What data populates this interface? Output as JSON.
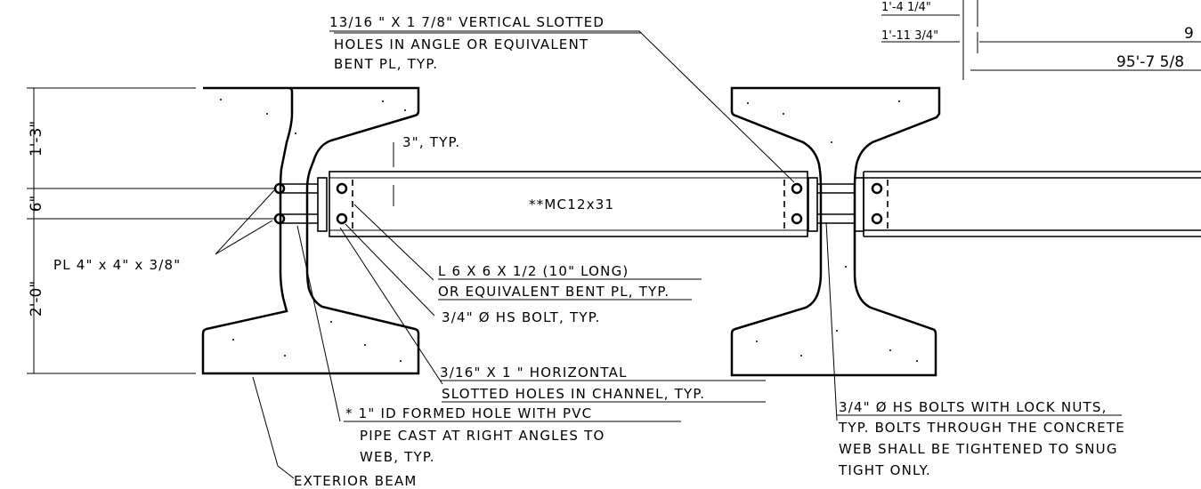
{
  "notes": {
    "slotted_angle": [
      "13/16 \" X 1 7/8\" VERTICAL SLOTTED",
      "HOLES IN ANGLE OR EQUIVALENT",
      "BENT PL, TYP."
    ],
    "typ_3in": "3\", TYP.",
    "channel": "**MC12x31",
    "plate": "PL 4\" x 4\" x 3/8\"",
    "angle": [
      "L 6 X 6 X 1/2 (10\" LONG)",
      "OR EQUIVALENT BENT PL, TYP."
    ],
    "bolt": "3/4\" Ø HS BOLT, TYP.",
    "horiz_slot": [
      "3/16\" X 1 \" HORIZONTAL",
      "SLOTTED HOLES IN CHANNEL, TYP."
    ],
    "pvc": [
      "* 1\" ID FORMED HOLE WITH PVC",
      "PIPE CAST AT RIGHT ANGLES TO",
      "WEB, TYP."
    ],
    "exterior_beam": "EXTERIOR BEAM",
    "lock_nuts": [
      "3/4\" Ø HS BOLTS WITH LOCK NUTS,",
      "TYP.  BOLTS THROUGH THE CONCRETE",
      "WEB SHALL BE TIGHTENED TO SNUG",
      "TIGHT ONLY."
    ]
  },
  "dimensions": {
    "left": [
      "1'-3\"",
      "6\"",
      "2'-0\""
    ],
    "top_right": [
      "1'-4 1/4\"",
      "1'-11 3/4\"",
      "9",
      "95'-7 5/8"
    ]
  }
}
